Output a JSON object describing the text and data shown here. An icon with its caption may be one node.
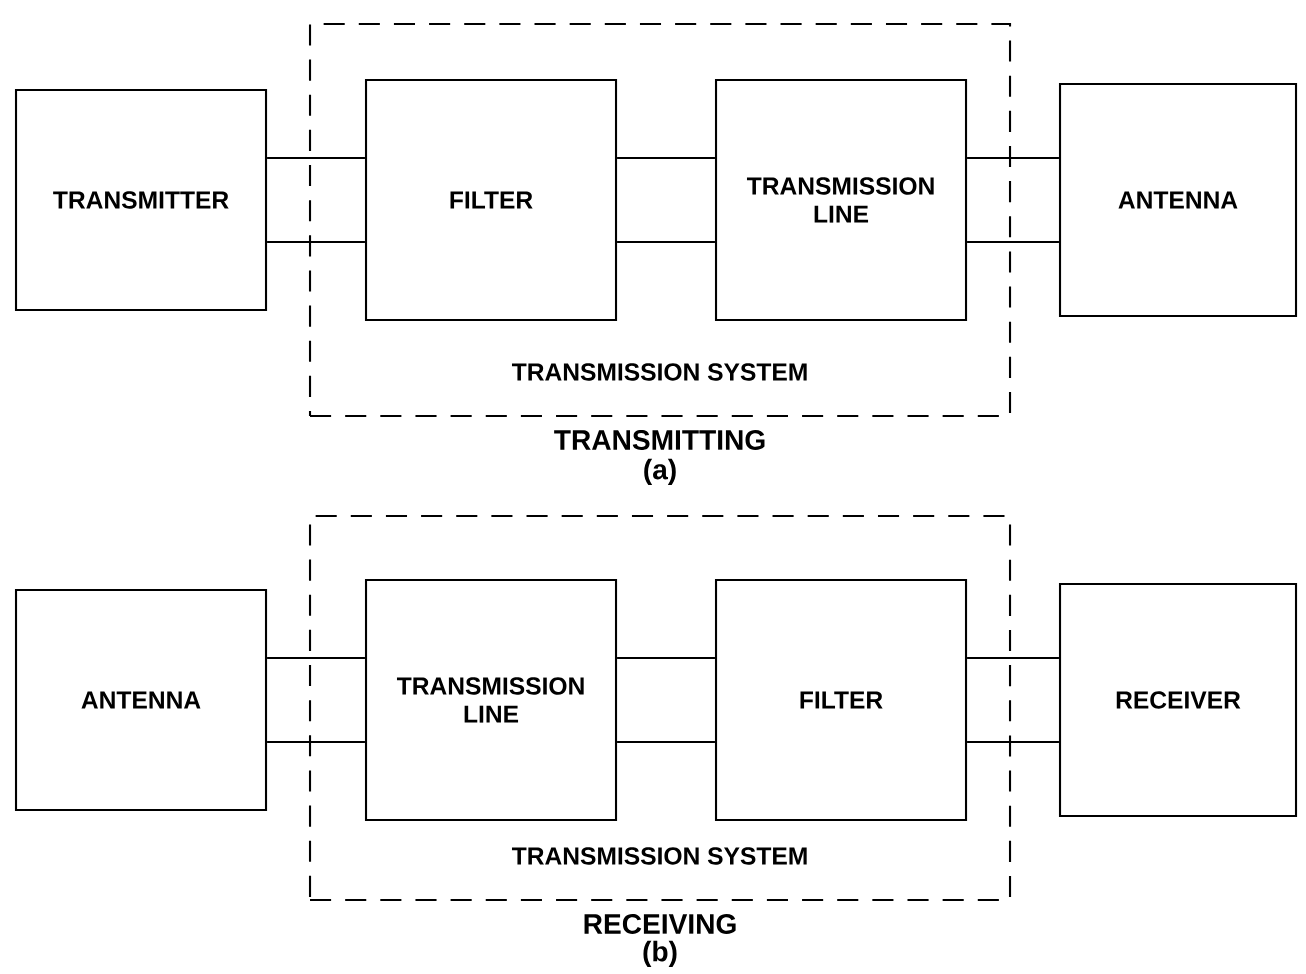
{
  "diagram": {
    "nodes": [
      {
        "text": [
          "TRANSMITTER"
        ]
      },
      {
        "text": [
          "TRANSMISSION SYSTEM"
        ]
      },
      {
        "text": [
          "FILTER"
        ],
        "in": 1
      },
      {
        "text": [
          "TRANSMISSION LINE"
        ],
        "in": 1
      },
      {
        "text": [
          "ANTENNA"
        ]
      },
      {
        "text": [
          "ANTENNA"
        ]
      },
      {
        "text": [
          "TRANSMISSION SYSTEM"
        ]
      },
      {
        "text": [
          "TRANSMISSION LINE"
        ],
        "in": 6
      },
      {
        "text": [
          "FILTER"
        ],
        "in": 6
      },
      {
        "text": [
          "RECEIVER"
        ]
      }
    ],
    "edges": [
      {
        "from": 0,
        "to": 2,
        "arrow": "none"
      },
      {
        "from": 2,
        "to": 3,
        "arrow": "none"
      },
      {
        "from": 3,
        "to": 4,
        "arrow": "none"
      },
      {
        "from": 5,
        "to": 7,
        "arrow": "none"
      },
      {
        "from": 7,
        "to": 8,
        "arrow": "none"
      },
      {
        "from": 8,
        "to": 9,
        "arrow": "none"
      }
    ],
    "labels": [
      "TRANSMITTING",
      "(a)",
      "RECEIVING",
      "(b)"
    ]
  }
}
